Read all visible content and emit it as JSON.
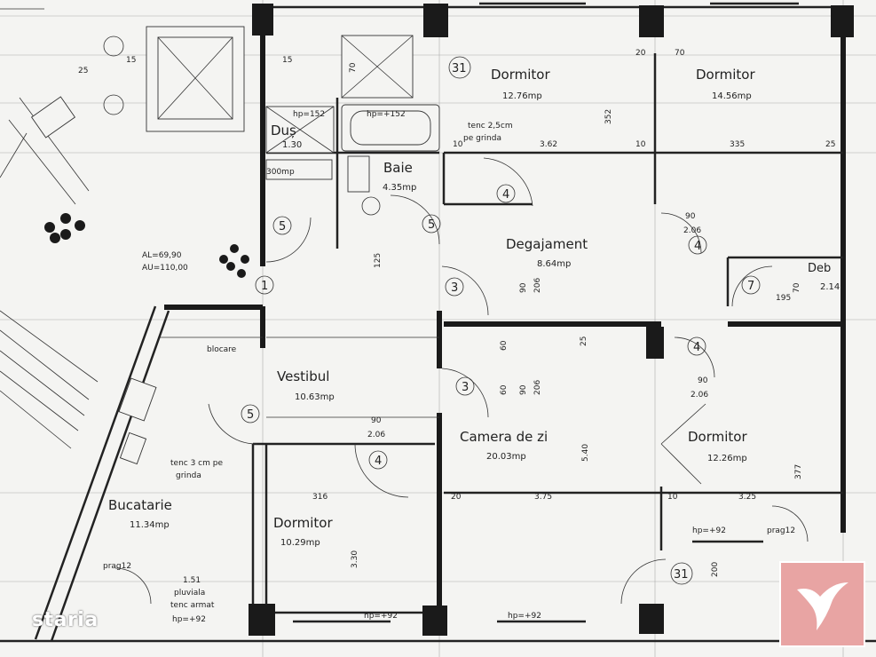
{
  "rooms": {
    "dormitor_ne": {
      "name": "Dormitor",
      "area": "12.76mp"
    },
    "dormitor_ne2": {
      "name": "Dormitor",
      "area": "14.56mp"
    },
    "baie": {
      "name": "Baie",
      "area": "4.35mp"
    },
    "dus": {
      "name": "Duș",
      "area": "1.30"
    },
    "degajament": {
      "name": "Degajament",
      "area": "8.64mp"
    },
    "vestibul": {
      "name": "Vestibul",
      "area": "10.63mp"
    },
    "camera_zi": {
      "name": "Camera de zi",
      "area": "20.03mp"
    },
    "dormitor_e": {
      "name": "Dormitor",
      "area": "12.26mp"
    },
    "dormitor_s": {
      "name": "Dormitor",
      "area": "10.29mp"
    },
    "bucatarie": {
      "name": "Bucatarie",
      "area": "11.34mp"
    },
    "deb": {
      "name": "Deb",
      "area": "2.14"
    }
  },
  "notes": {
    "tenc_top": "tenc 2,5cm",
    "tenc_top2": "pe grinda",
    "tenc_mid": "tenc 3 cm pe",
    "tenc_mid2": "grinda",
    "blocare": "blocare",
    "pluviala": "pluviala",
    "tenc_armat": "tenc armat",
    "hp92_a": "hp=+92",
    "hp92_b": "hp=+92",
    "hp92_c": "hp=+92",
    "hp92_d": "hp=+92",
    "hp152_a": "hp=152",
    "hp152_b": "hp=+152",
    "prag12_a": "prag12",
    "prag12_b": "prag12",
    "al": "AL=69,90",
    "au": "AU=110,00",
    "mp300": "300mp"
  },
  "door_marks": [
    "4",
    "5",
    "5",
    "3",
    "3",
    "4",
    "7",
    "4",
    "5",
    "1",
    "31",
    "31",
    "4"
  ],
  "dims": [
    "3.62",
    "352",
    "335",
    "10",
    "25",
    "206",
    "206",
    "90",
    "90",
    "3.75",
    "5.40",
    "3.25",
    "316",
    "3.30",
    "200",
    "377",
    "20",
    "20",
    "10",
    "10",
    "195",
    "70",
    "2.06",
    "2.06",
    "2.06",
    "90",
    "90",
    "90",
    "70",
    "70",
    "15",
    "15",
    "125",
    "1.51",
    "60",
    "60",
    "25",
    "25"
  ],
  "watermark": {
    "text": "staria"
  },
  "colors": {
    "background": "#f4f4f2",
    "ink": "#1a1a1a",
    "logo": "#e8a4a3"
  }
}
